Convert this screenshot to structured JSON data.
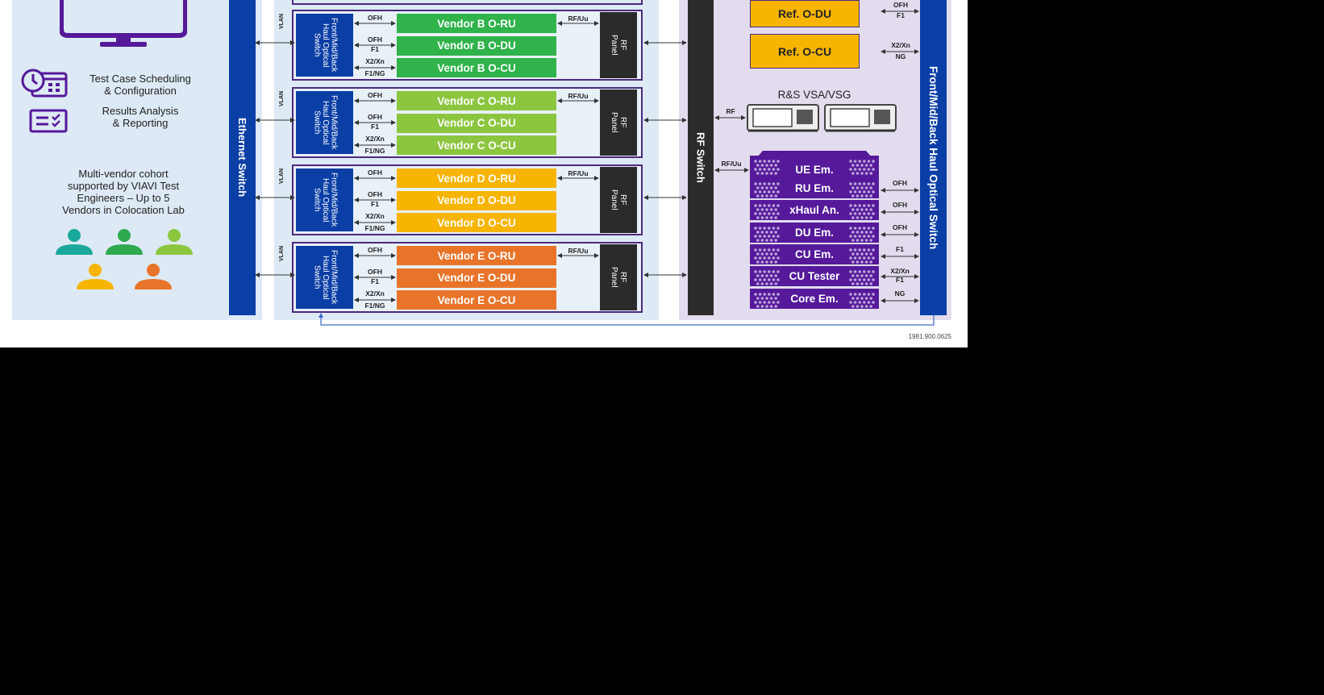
{
  "left": {
    "schedule_text": "Test Case Scheduling\n& Configuration",
    "results_text": "Results Analysis\n& Reporting",
    "cohort_text": "Multi-vendor cohort\nsupported by VIAVI Test\nEngineers – Up to 5\nVendors in Colocation Lab",
    "people_colors": [
      "#1aa99a",
      "#2fa84f",
      "#8cc63f",
      "#f7b400",
      "#e8742a"
    ]
  },
  "ethernet_switch_label": "Ethernet Switch",
  "vendors": [
    {
      "name": "B",
      "color": "#2fb34a",
      "ru": "Vendor B O-RU",
      "du": "Vendor B O-DU",
      "cu": "Vendor B O-CU"
    },
    {
      "name": "C",
      "color": "#8cc63f",
      "ru": "Vendor C O-RU",
      "du": "Vendor C O-DU",
      "cu": "Vendor C O-CU"
    },
    {
      "name": "D",
      "color": "#f7b400",
      "ru": "Vendor D O-RU",
      "du": "Vendor D O-DU",
      "cu": "Vendor D O-CU"
    },
    {
      "name": "E",
      "color": "#e8742a",
      "ru": "Vendor E O-RU",
      "du": "Vendor E O-DU",
      "cu": "Vendor E O-CU"
    }
  ],
  "rack_labels": {
    "vlan": "VLAN",
    "optical_switch": "Front/Mid/Back\nHaul Optical\nSwitch",
    "rf_panel": "RF\nPanel",
    "ofh": "OFH",
    "f1": "F1",
    "x2xn": "X2/Xn",
    "f1ng": "F1/NG",
    "rfuu": "RF/Uu"
  },
  "rf_switch_label": "RF Switch",
  "right": {
    "ref_du": "Ref. O-DU",
    "ref_cu": "Ref. O-CU",
    "ref_du_link": [
      "OFH",
      "F1"
    ],
    "ref_cu_link": [
      "X2/Xn",
      "NG"
    ],
    "vsa_title": "R&S VSA/VSG",
    "rf_label": "RF",
    "rfuu_label": "RF/Uu",
    "emulators": [
      {
        "label": "UE Em.",
        "link": []
      },
      {
        "label": "RU Em.",
        "link": [
          "OFH"
        ]
      },
      {
        "label": "xHaul An.",
        "link": [
          "OFH"
        ]
      },
      {
        "label": "DU Em.",
        "link": [
          "OFH"
        ]
      },
      {
        "label": "CU Em.",
        "link": [
          "F1"
        ]
      },
      {
        "label": "CU Tester",
        "link": [
          "X2/Xn",
          "F1"
        ]
      },
      {
        "label": "Core Em.",
        "link": [
          "NG"
        ]
      }
    ],
    "haul_switch_label": "Front/Mid/Back Haul Optical Switch"
  },
  "footer_code": "1981.900.0625"
}
